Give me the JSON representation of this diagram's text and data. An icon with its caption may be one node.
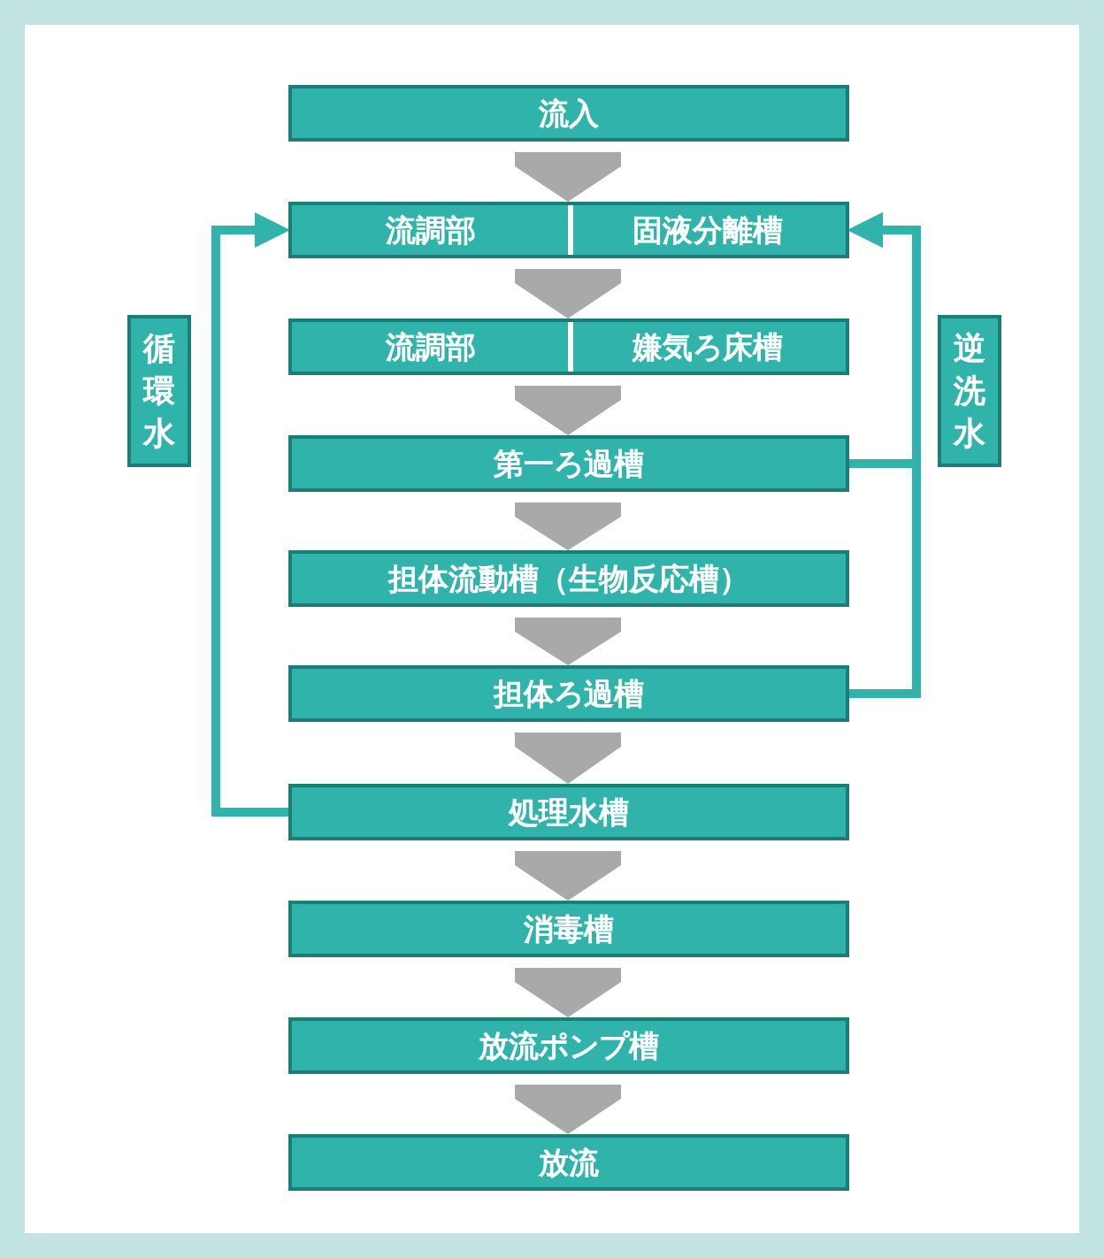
{
  "diagram": {
    "nodes": [
      {
        "text": [
          "流入"
        ]
      },
      {
        "text": [
          "流調部",
          "固液分離槽"
        ]
      },
      {
        "text": [
          "流調部",
          "嫌気ろ床槽"
        ]
      },
      {
        "text": [
          "第一ろ過槽"
        ]
      },
      {
        "text": [
          "担体流動槽（生物反応槽）"
        ]
      },
      {
        "text": [
          "担体ろ過槽"
        ]
      },
      {
        "text": [
          "処理水槽"
        ]
      },
      {
        "text": [
          "消毒槽"
        ]
      },
      {
        "text": [
          "放流ポンプ槽"
        ]
      },
      {
        "text": [
          "放流"
        ]
      },
      {
        "text": [
          "循環水"
        ]
      },
      {
        "text": [
          "逆洗水"
        ]
      }
    ],
    "edges": [
      {
        "from": 0,
        "to": 1,
        "arrow": "to"
      },
      {
        "from": 1,
        "to": 2,
        "arrow": "to"
      },
      {
        "from": 2,
        "to": 3,
        "arrow": "to"
      },
      {
        "from": 3,
        "to": 4,
        "arrow": "to"
      },
      {
        "from": 4,
        "to": 5,
        "arrow": "to"
      },
      {
        "from": 5,
        "to": 6,
        "arrow": "to"
      },
      {
        "from": 6,
        "to": 7,
        "arrow": "to"
      },
      {
        "from": 7,
        "to": 8,
        "arrow": "to"
      },
      {
        "from": 8,
        "to": 9,
        "arrow": "to"
      },
      {
        "from": 6,
        "to": 1,
        "arrow": "to"
      },
      {
        "from": 5,
        "to": 1,
        "arrow": "to"
      },
      {
        "from": 3,
        "to": 1,
        "arrow": "to"
      }
    ]
  }
}
